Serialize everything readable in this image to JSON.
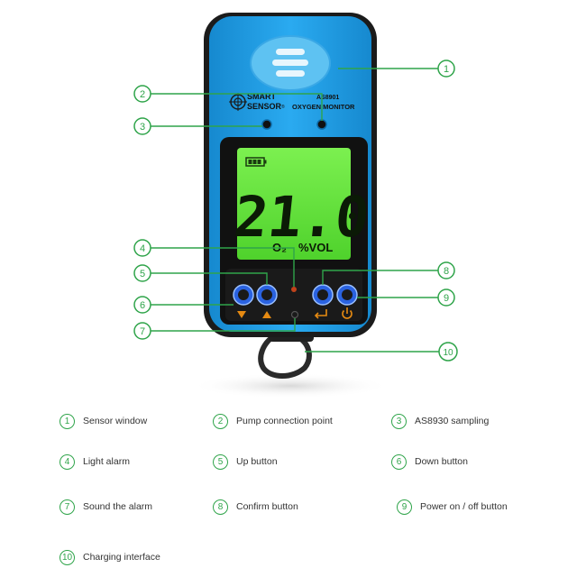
{
  "device": {
    "brand_line1": "SMART",
    "brand_line2": "SENSOR",
    "model": "AS8901",
    "product_name": "OXYGEN MONITOR",
    "reading": "21.0",
    "gas_label": "O₂",
    "unit": "%VOL"
  },
  "callouts": [
    "1",
    "2",
    "3",
    "4",
    "5",
    "6",
    "7",
    "8",
    "9",
    "10"
  ],
  "legend": [
    {
      "num": "1",
      "label": "Sensor window"
    },
    {
      "num": "2",
      "label": "Pump connection point"
    },
    {
      "num": "3",
      "label": "AS8930 sampling"
    },
    {
      "num": "4",
      "label": "Light alarm"
    },
    {
      "num": "5",
      "label": "Up button"
    },
    {
      "num": "6",
      "label": "Down button"
    },
    {
      "num": "7",
      "label": "Sound the alarm"
    },
    {
      "num": "8",
      "label": "Confirm button"
    },
    {
      "num": "9",
      "label": "Power on / off button"
    },
    {
      "num": "10",
      "label": "Charging interface"
    }
  ],
  "colors": {
    "body_blue": "#1f9ee0",
    "lcd_green": "#5fe03a",
    "callout_green": "#2fa44a",
    "button_blue": "#2a62e0",
    "shell_dark": "#1a1a1a"
  }
}
